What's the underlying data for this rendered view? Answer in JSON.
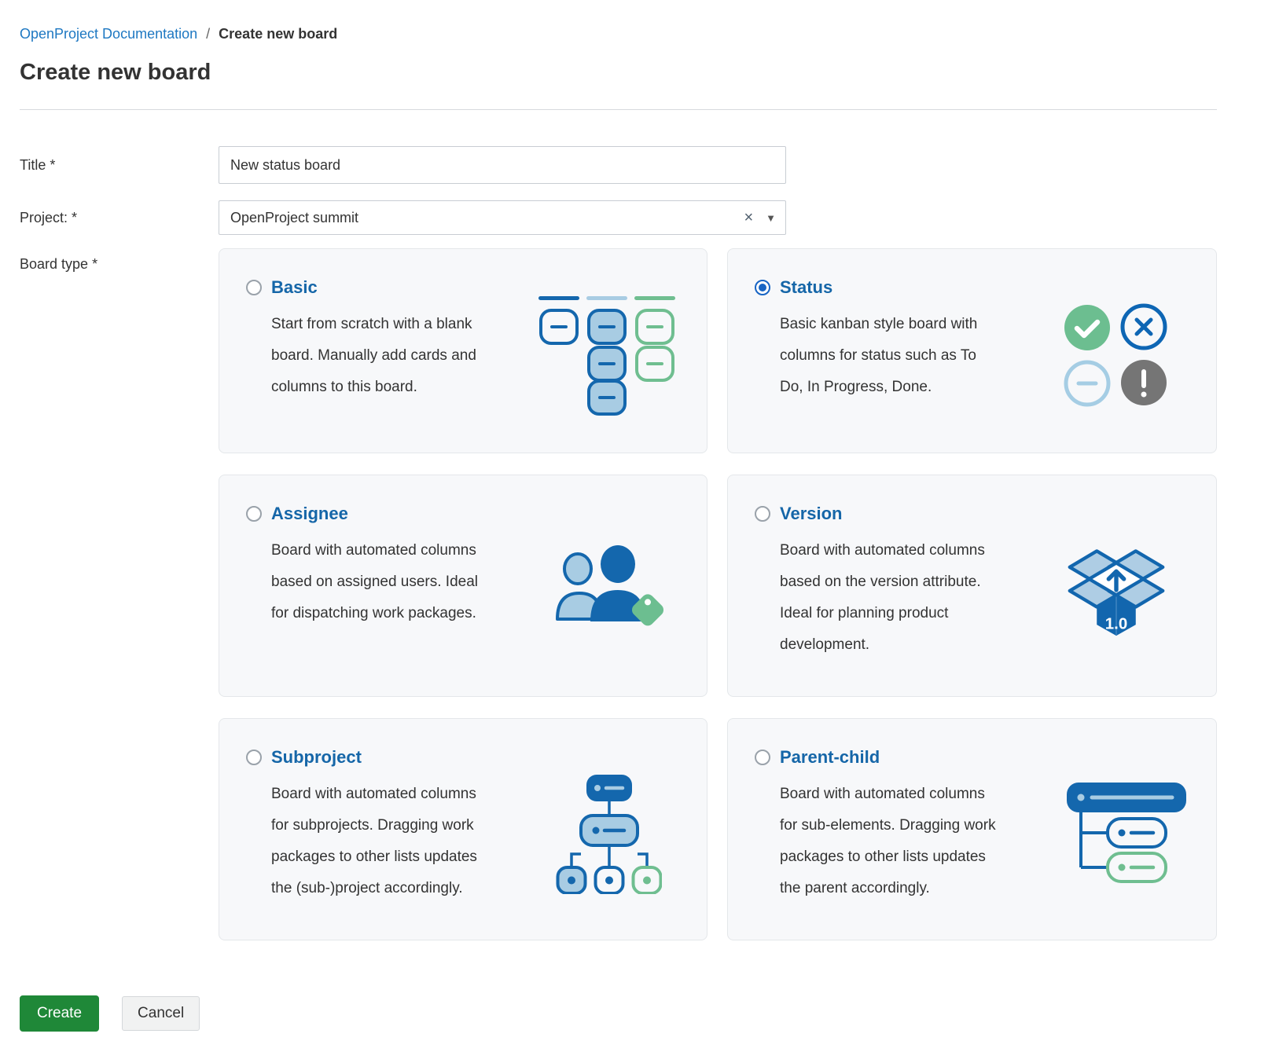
{
  "breadcrumb": {
    "link": "OpenProject Documentation",
    "separator": "/",
    "current": "Create new board"
  },
  "page_title": "Create new board",
  "form": {
    "title_field": {
      "label": "Title",
      "required": "*",
      "value": "New status board"
    },
    "project_field": {
      "label": "Project:",
      "required": "*",
      "value": "OpenProject summit",
      "clear_icon": "×",
      "dropdown_icon": "▼"
    },
    "board_type": {
      "label": "Board type",
      "required": "*",
      "options": [
        {
          "label": "Basic",
          "selected": false,
          "icon": "basic-board-icon",
          "description": "Start from scratch with a blank board. Manually add cards and columns to this board."
        },
        {
          "label": "Status",
          "selected": true,
          "icon": "status-circles-icon",
          "description": "Basic kanban style board with columns for status such as To Do, In Progress, Done."
        },
        {
          "label": "Assignee",
          "selected": false,
          "icon": "assignee-users-icon",
          "description": "Board with automated columns based on assigned users. Ideal for dispatching work packages."
        },
        {
          "label": "Version",
          "selected": false,
          "icon": "version-box-icon",
          "icon_label": "1.0",
          "description": "Board with automated columns based on the version attribute. Ideal for planning product development."
        },
        {
          "label": "Subproject",
          "selected": false,
          "icon": "subproject-hierarchy-icon",
          "description": "Board with automated columns for subprojects. Dragging work packages to other lists updates the (sub-)project accordingly."
        },
        {
          "label": "Parent-child",
          "selected": false,
          "icon": "parent-child-tree-icon",
          "description": "Board with automated columns for sub-elements. Dragging work packages to other lists updates the parent accordingly."
        }
      ]
    }
  },
  "actions": {
    "create": "Create",
    "cancel": "Cancel"
  },
  "colors": {
    "primary_blue": "#1467ad",
    "light_blue": "#a8cce3",
    "icon_green": "#6fbe90",
    "link_blue": "#1e78c2",
    "card_title_blue": "#1566a8",
    "radio_selected_blue": "#1764c4",
    "create_button_green": "#1f8838",
    "status_gray": "#757575",
    "card_background": "#f7f8fa"
  }
}
